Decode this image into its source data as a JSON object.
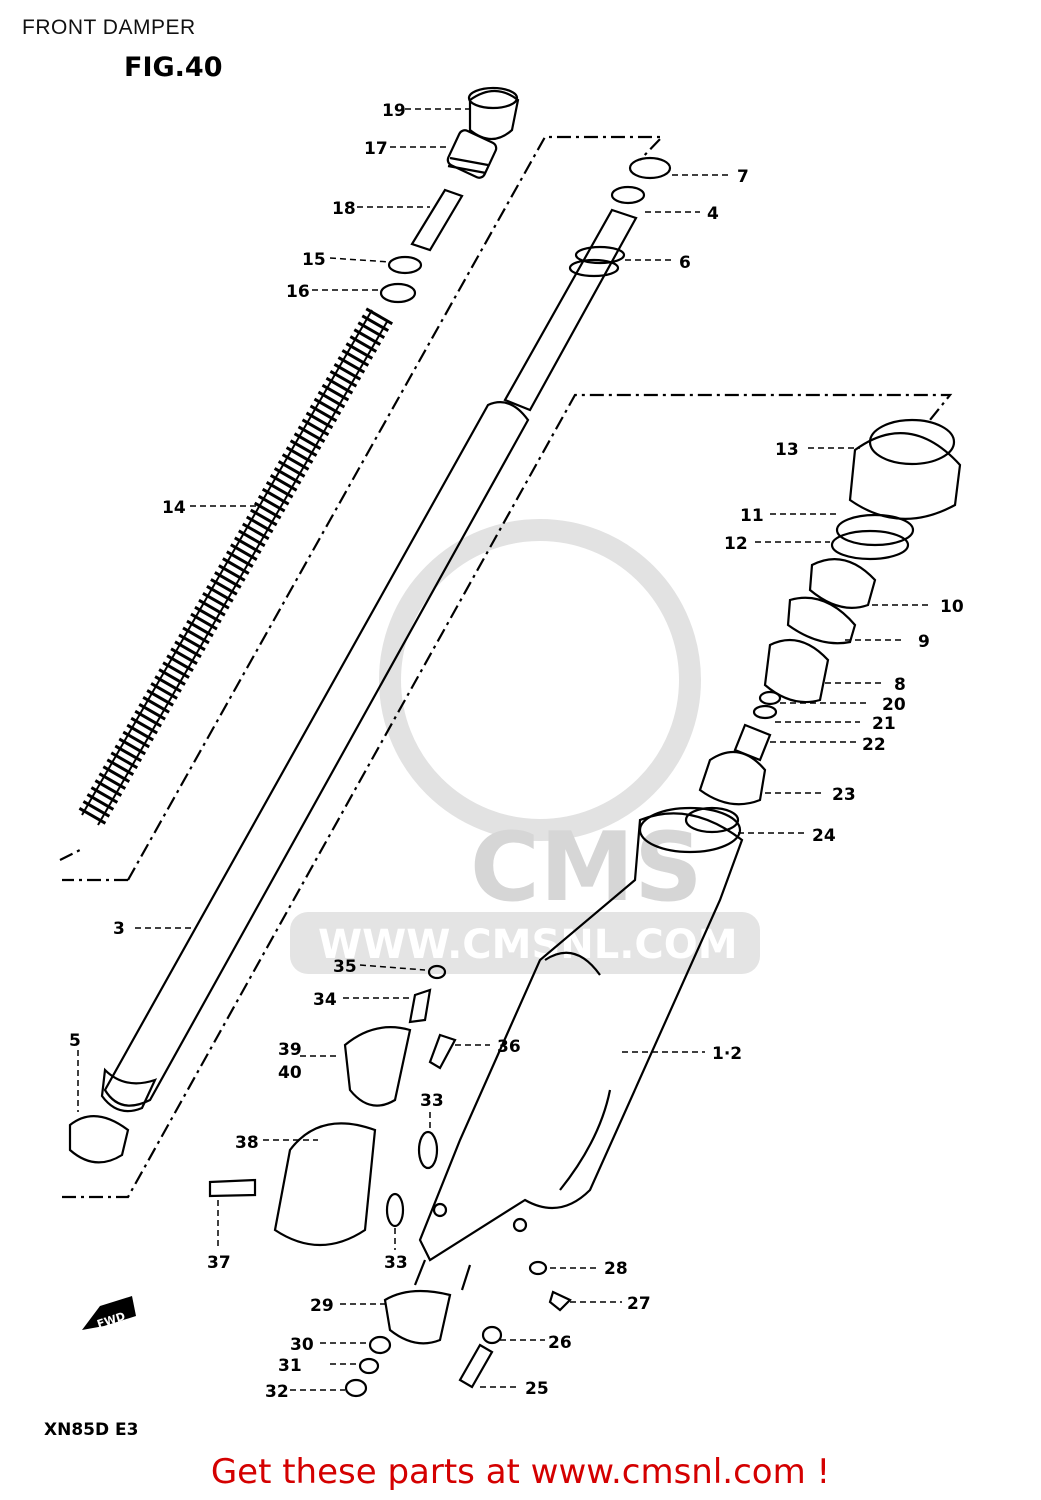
{
  "header": {
    "section_title": "FRONT DAMPER",
    "figure_label": "FIG.40"
  },
  "watermark": {
    "brand": "CMS",
    "url": "WWW.CMSNL.COM"
  },
  "fwd_label": "FWD",
  "model_code": "XN85D E3",
  "cta": "Get these parts at www.cmsnl.com !",
  "callouts": {
    "c19": "19",
    "c17": "17",
    "c18": "18",
    "c15": "15",
    "c16": "16",
    "c14": "14",
    "c7": "7",
    "c4": "4",
    "c6": "6",
    "c3": "3",
    "c5": "5",
    "c13": "13",
    "c11": "11",
    "c12": "12",
    "c10": "10",
    "c9": "9",
    "c8": "8",
    "c20": "20",
    "c21": "21",
    "c22": "22",
    "c23": "23",
    "c24": "24",
    "c12b": "1·2",
    "c35": "35",
    "c34": "34",
    "c36": "36",
    "c39": "39",
    "c40": "40",
    "c33a": "33",
    "c38": "38",
    "c37": "37",
    "c33b": "33",
    "c28": "28",
    "c27": "27",
    "c29": "29",
    "c26": "26",
    "c30": "30",
    "c31": "31",
    "c32": "32",
    "c25": "25"
  }
}
